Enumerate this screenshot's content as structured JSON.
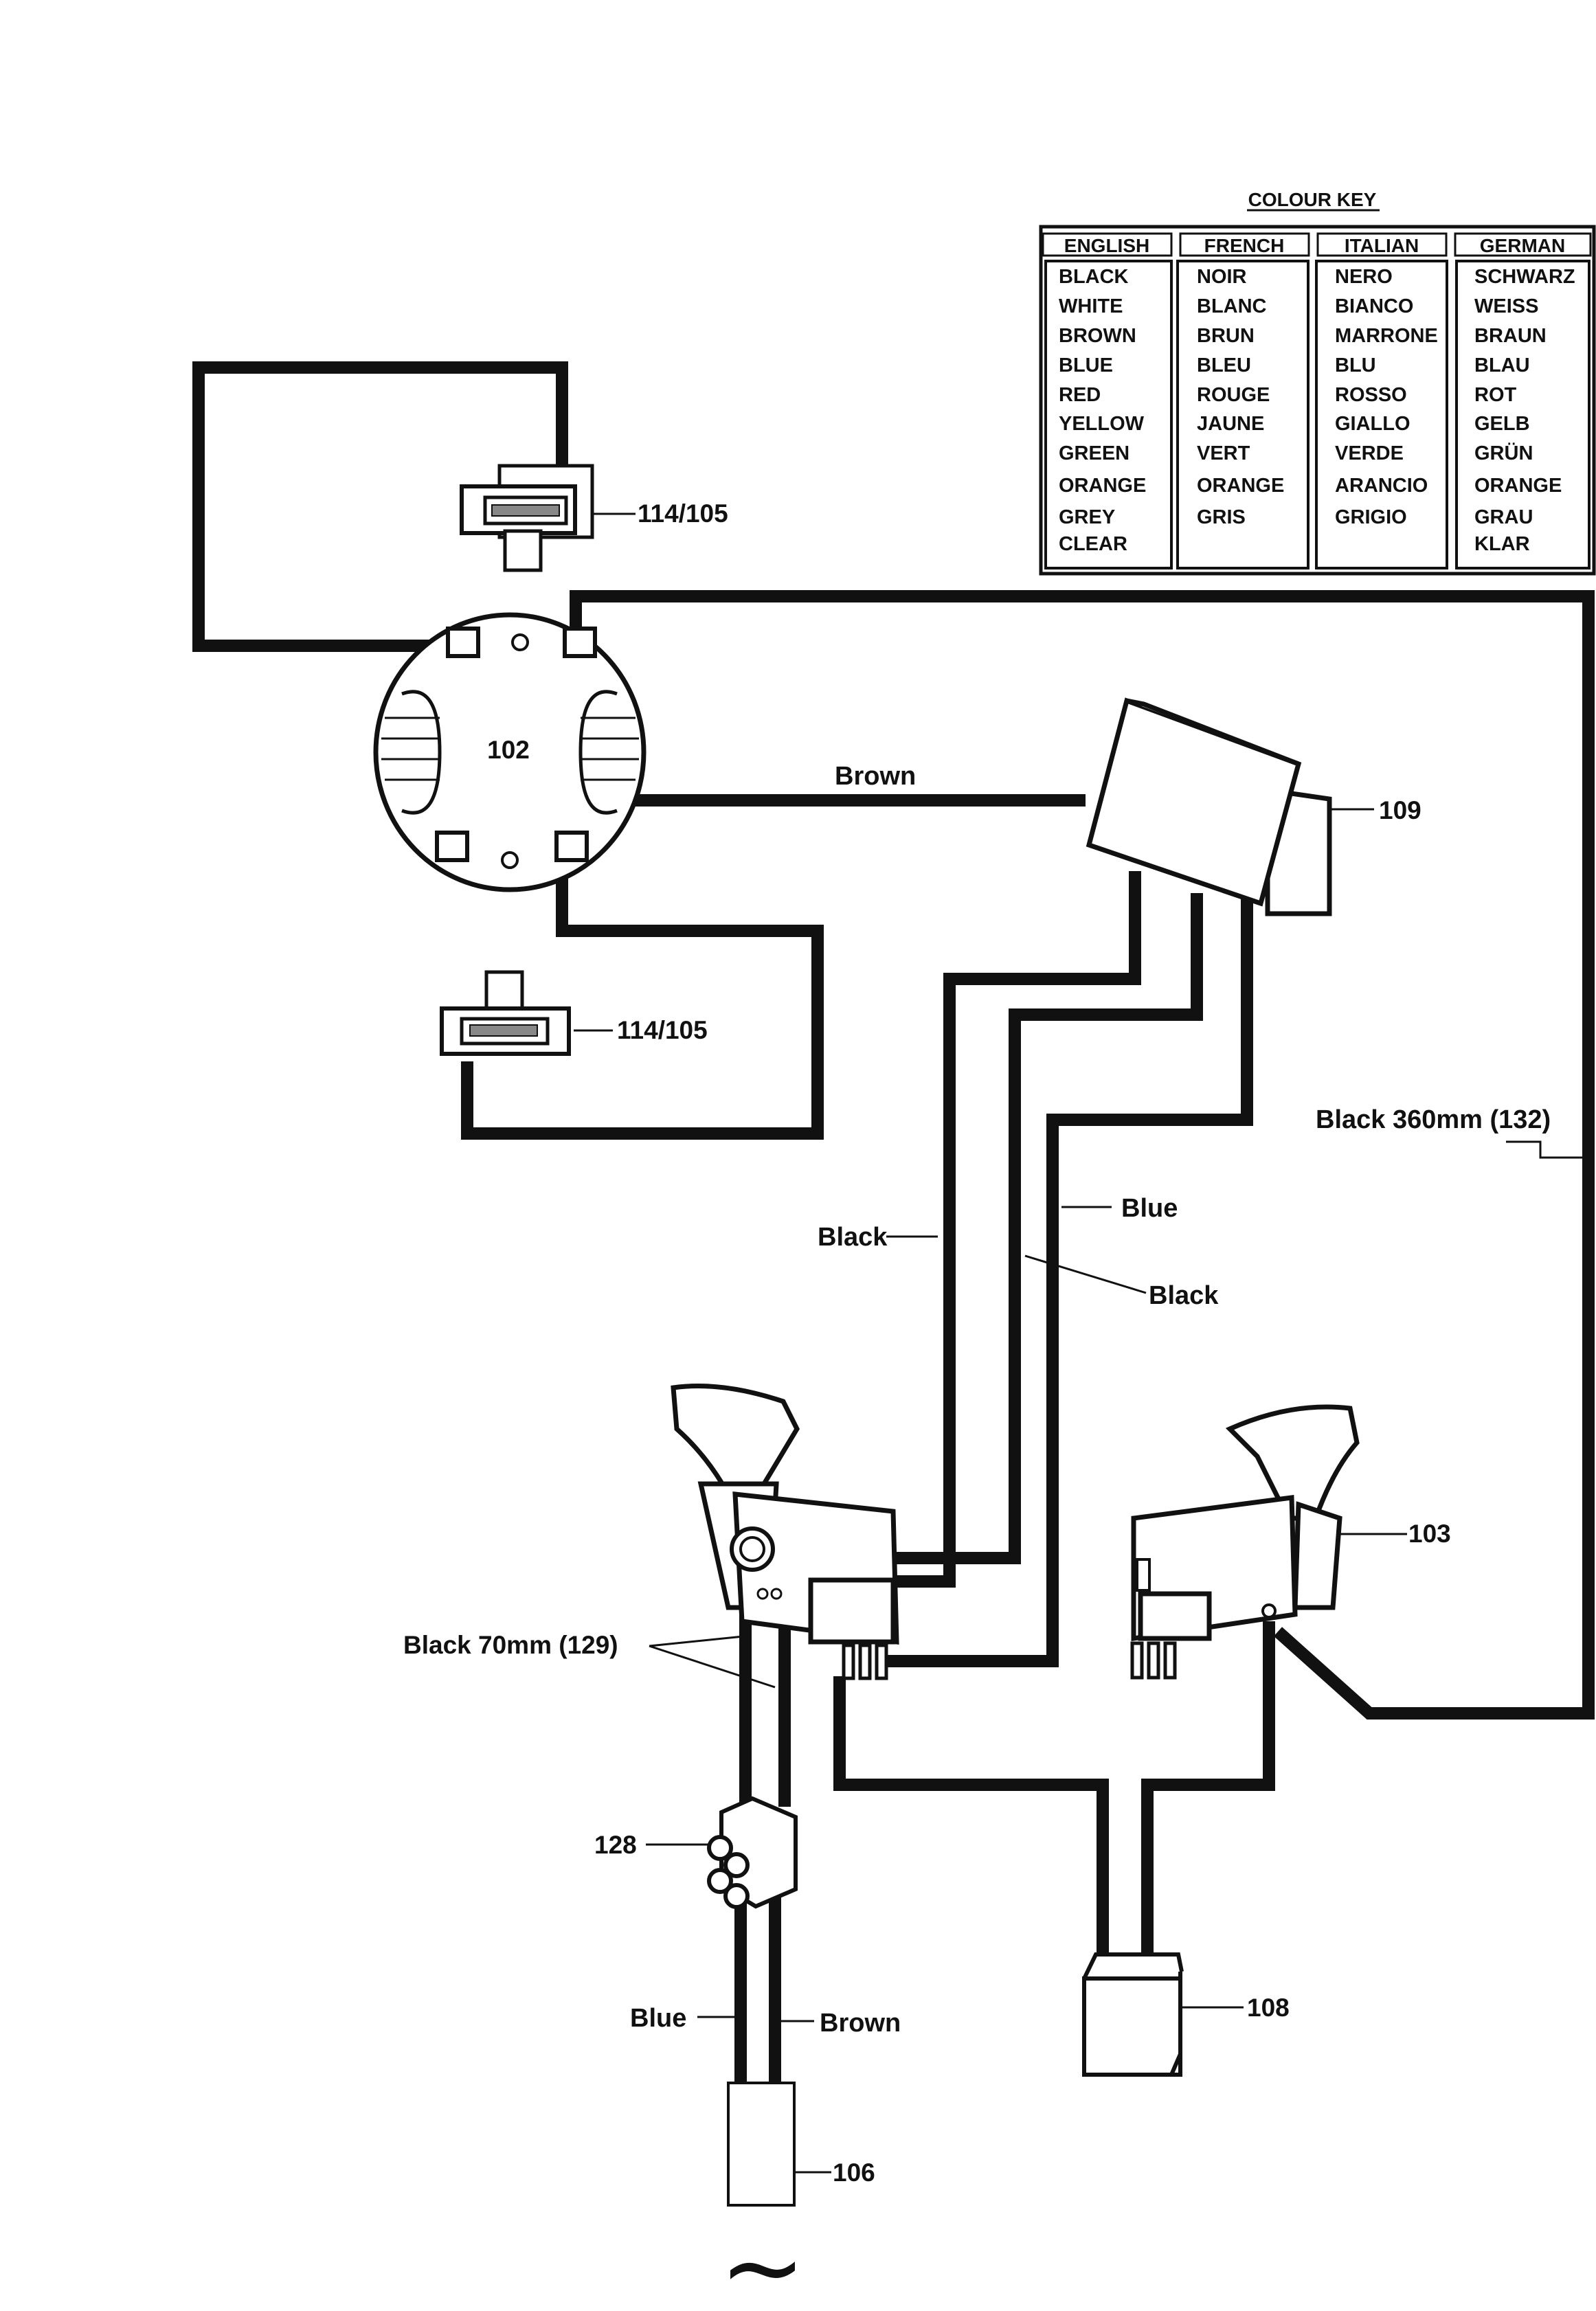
{
  "colour_key": {
    "title": "COLOUR KEY",
    "headers": [
      "ENGLISH",
      "FRENCH",
      "ITALIAN",
      "GERMAN"
    ],
    "rows": [
      [
        "BLACK",
        "NOIR",
        "NERO",
        "SCHWARZ"
      ],
      [
        "WHITE",
        "BLANC",
        "BIANCO",
        "WEISS"
      ],
      [
        "BROWN",
        "BRUN",
        "MARRONE",
        "BRAUN"
      ],
      [
        "BLUE",
        "BLEU",
        "BLU",
        "BLAU"
      ],
      [
        "RED",
        "ROUGE",
        "ROSSO",
        "ROT"
      ],
      [
        "YELLOW",
        "JAUNE",
        "GIALLO",
        "GELB"
      ],
      [
        "GREEN",
        "VERT",
        "VERDE",
        "GRÜN"
      ],
      [
        "ORANGE",
        "ORANGE",
        "ARANCIO",
        "ORANGE"
      ],
      [
        "GREY",
        "GRIS",
        "GRIGIO",
        "GRAU"
      ],
      [
        "CLEAR",
        "",
        "",
        "KLAR"
      ]
    ]
  },
  "parts": {
    "brush_top": "114/105",
    "brush_bottom": "114/105",
    "field": "102",
    "module": "109",
    "switch_right": "103",
    "terminal": "128",
    "capacitor": "108",
    "cable": "106"
  },
  "wires": {
    "brown_top": "Brown",
    "black_360": "Black 360mm (132)",
    "black_left": "Black",
    "blue_mid": "Blue",
    "black_mid": "Black",
    "black_70": "Black 70mm (129)",
    "blue_cable": "Blue",
    "brown_cable": "Brown"
  },
  "mains_symbol": "~"
}
